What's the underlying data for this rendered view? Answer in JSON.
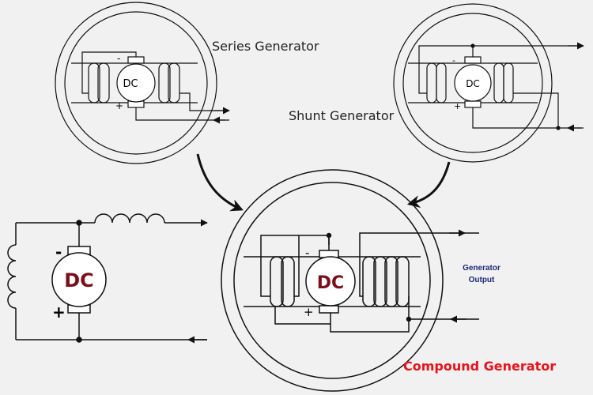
{
  "titles": {
    "series": "Series Generator",
    "shunt": "Shunt Generator",
    "compound": "Compound Generator"
  },
  "output_label": [
    "Generator",
    "Output"
  ],
  "machine_label": "DC",
  "polarity": {
    "minus": "-",
    "plus": "+"
  },
  "colors": {
    "compound_title": "#e8121a",
    "output_label": "#1b2a7a",
    "dc_large": "#7a0f1a",
    "line": "#111111"
  }
}
